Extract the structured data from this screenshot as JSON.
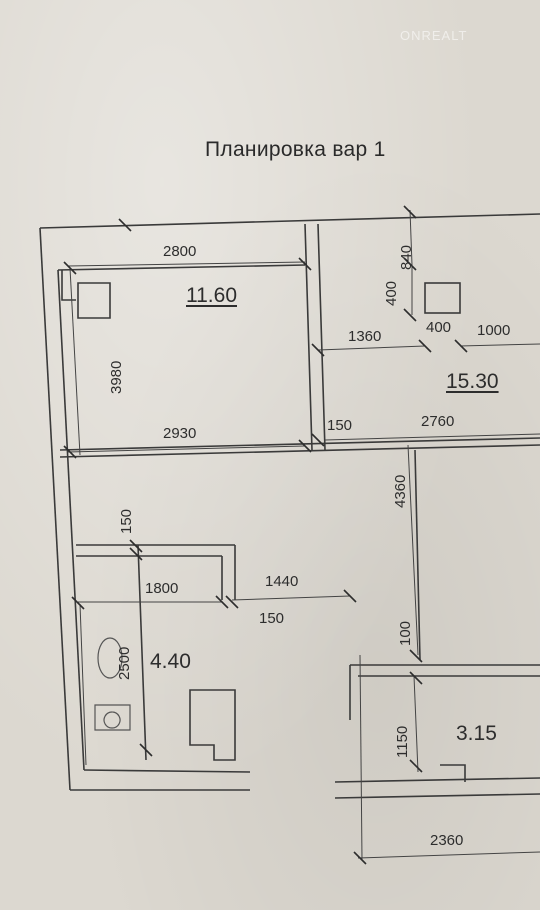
{
  "watermark": "ONREALT",
  "title": "Планировка вар 1",
  "colors": {
    "paper": "#dcd8d0",
    "ink": "#2d2d2d",
    "background": "#8f8b84"
  },
  "rooms": [
    {
      "area": "11.60"
    },
    {
      "area": "15.30"
    },
    {
      "area": "4.40"
    },
    {
      "area": "3.15"
    }
  ],
  "dimensions": {
    "top_room_width": "2800",
    "top_right_offset": "840",
    "top_right_niche": "400",
    "niche_width": "400",
    "right_segment_1360": "1360",
    "right_segment_1000": "1000",
    "left_room_height": "3980",
    "middle_width": "2930",
    "wall_150_a": "150",
    "right_width": "2760",
    "right_height": "4360",
    "wall_150_b": "150",
    "bath_width": "1800",
    "corridor_width": "1440",
    "wall_150_c": "150",
    "bath_height": "2500",
    "wall_100": "100",
    "closet_height": "1150",
    "bottom_width": "2360"
  }
}
